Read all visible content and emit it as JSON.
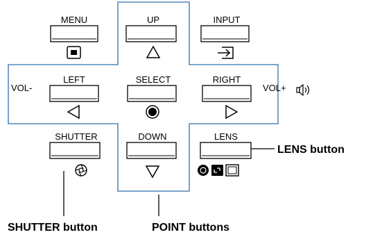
{
  "buttons": {
    "menu": "MENU",
    "up": "UP",
    "input": "INPUT",
    "left": "LEFT",
    "select": "SELECT",
    "right": "RIGHT",
    "shutter": "SHUTTER",
    "down": "DOWN",
    "lens": "LENS"
  },
  "side_labels": {
    "vol_minus": "VOL-",
    "vol_plus": "VOL+"
  },
  "callouts": {
    "lens_button": "LENS button",
    "shutter_button": "SHUTTER button",
    "point_buttons": "POINT buttons"
  },
  "icons": {
    "menu": "menu-square-icon",
    "up": "triangle-up-icon",
    "input": "input-arrow-icon",
    "left": "triangle-left-icon",
    "select": "filled-circle-icon",
    "right": "triangle-right-icon",
    "volume": "speaker-icon",
    "shutter": "shutter-aperture-icon",
    "down": "triangle-down-icon",
    "lens_zoom": "zoom-icon",
    "lens_focus": "focus-icon",
    "lens_screen": "screen-icon"
  },
  "colors": {
    "outline": "#2f6fae",
    "ink": "#000000"
  }
}
